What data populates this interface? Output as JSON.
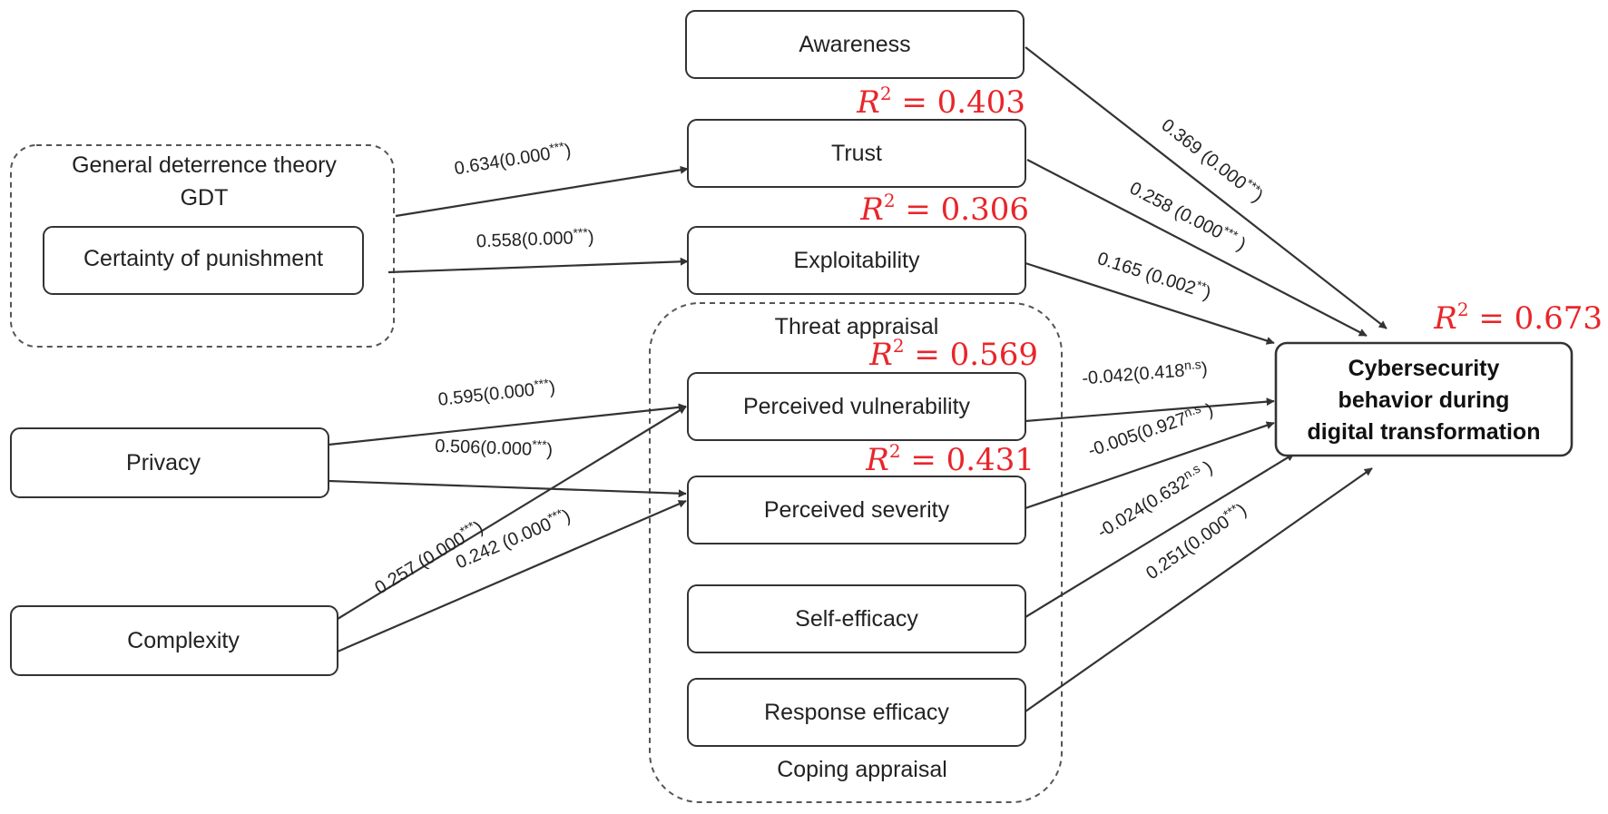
{
  "colors": {
    "r2": "#e8262a",
    "stroke": "#333333",
    "text": "#222222"
  },
  "groups": {
    "gdt": "General deterrence theory\nGDT",
    "threat": "Threat appraisal",
    "coping": "Coping appraisal"
  },
  "nodes": {
    "awareness": "Awareness",
    "trust": "Trust",
    "exploitability": "Exploitability",
    "certainty": "Certainty of punishment",
    "privacy": "Privacy",
    "complexity": "Complexity",
    "vulnerability": "Perceived vulnerability",
    "severity": "Perceived severity",
    "self_efficacy": "Self-efficacy",
    "response_efficacy": "Response efficacy",
    "outcome": "Cybersecurity\nbehavior during\ndigital transformation"
  },
  "r2": {
    "trust": "0.403",
    "exploitability": "0.306",
    "vulnerability": "0.569",
    "severity": "0.431",
    "outcome": "0.673"
  },
  "r2_prefix": "R",
  "r2_exp": "2",
  "r2_eq": " = ",
  "edges": [
    {
      "id": "gdt-trust",
      "base": "0.634(0.000",
      "sup": "***",
      "tail": ")"
    },
    {
      "id": "gdt-exploitability",
      "base": "0.558(0.000",
      "sup": "***",
      "tail": ")"
    },
    {
      "id": "privacy-vulnerability",
      "base": "0.595(0.000",
      "sup": "***",
      "tail": ")"
    },
    {
      "id": "privacy-severity",
      "base": "0.506(0.000",
      "sup": "***",
      "tail": ")"
    },
    {
      "id": "complexity-vulnerability",
      "base": "0.257  (0.000",
      "sup": "***",
      "tail": ")"
    },
    {
      "id": "complexity-severity",
      "base": "0.242 (0.000",
      "sup": "***",
      "tail": ")"
    },
    {
      "id": "awareness-outcome",
      "base": "0.369 (0.000",
      "sup": "***",
      "tail": ")"
    },
    {
      "id": "trust-outcome",
      "base": "0.258 (0.000",
      "sup": "***",
      "tail": " )"
    },
    {
      "id": "exploitability-outcome",
      "base": "0.165 (0.002",
      "sup": "**",
      "tail": ")"
    },
    {
      "id": "vulnerability-outcome",
      "base": "-0.042(0.418",
      "sup": "n.s",
      "tail": ")"
    },
    {
      "id": "severity-outcome",
      "base": "-0.005(0.927",
      "sup": "n.s",
      "tail": " )"
    },
    {
      "id": "self_efficacy-outcome",
      "base": "-0.024(0.632",
      "sup": "n.s",
      "tail": " )"
    },
    {
      "id": "response_efficacy-outcome",
      "base": "0.251(0.000",
      "sup": "***",
      "tail": ")"
    }
  ]
}
